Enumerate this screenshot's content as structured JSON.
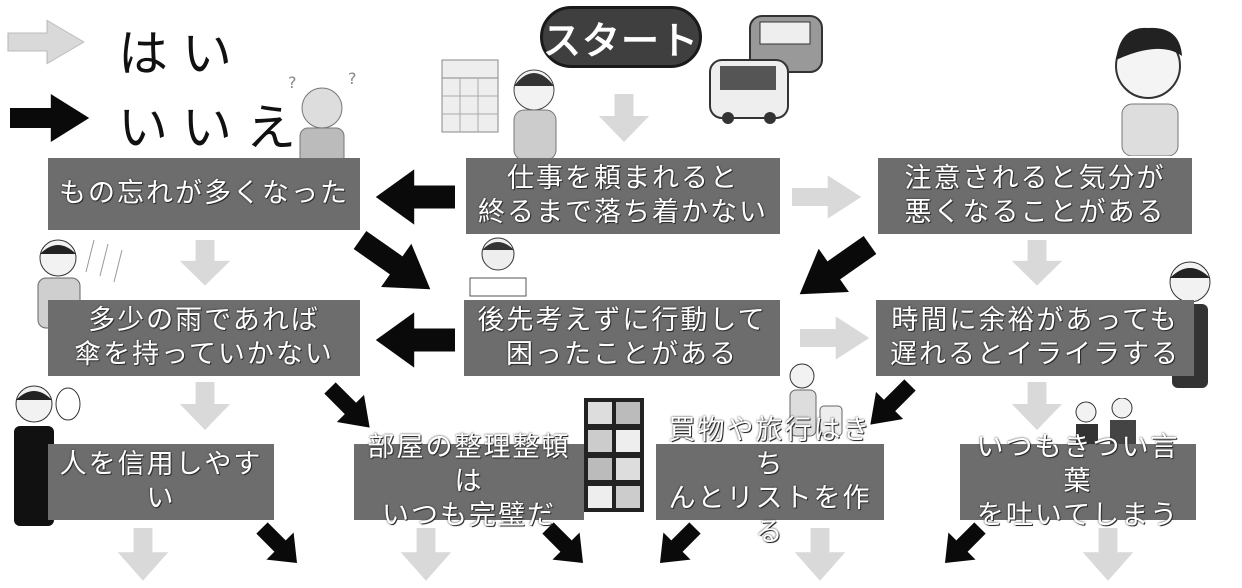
{
  "legend": {
    "yes_label": "はい",
    "no_label": "いいえ"
  },
  "start": {
    "label": "スタート"
  },
  "nodes": {
    "work": "仕事を頼まれると\n終るまで落ち着かない",
    "forget": "もの忘れが多くなった",
    "mood": "注意されると気分が\n悪くなることがある",
    "rain": "多少の雨であれば\n傘を持っていかない",
    "act": "後先考えずに行動して\n困ったことがある",
    "time": "時間に余裕があっても\n遅れるとイライラする",
    "trust": "人を信用しやすい",
    "room": "部屋の整理整頓は\nいつも完璧だ",
    "shop": "買物や旅行はきち\nんとリストを作る",
    "words": "いつもきつい言葉\nを吐いてしまう"
  },
  "colors": {
    "box": "#6d6d6d",
    "yes_arrow": "#d9d9d9",
    "no_arrow": "#0a0a0a"
  },
  "icons": {
    "yes_arrow": "light-arrow-icon",
    "no_arrow": "dark-arrow-icon"
  }
}
